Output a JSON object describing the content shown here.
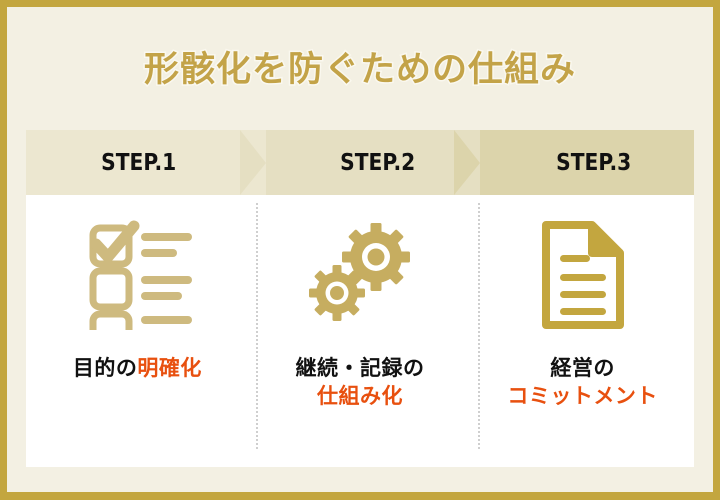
{
  "title": "形骸化を防ぐための仕組み",
  "colors": {
    "frame_border": "#c3a63f",
    "background": "#f3f0e3",
    "panel": "#ffffff",
    "title_text": "#c3a348",
    "title_outline": "#faf8ef",
    "chevron_1": "#ece7d0",
    "chevron_2": "#e5dfc2",
    "chevron_3": "#dcd4ab",
    "icon_gold": "#c9b470",
    "icon_gold_dark": "#c3a63f",
    "highlight_text": "#e8500f",
    "body_text": "#111111",
    "divider": "#cfcfcf"
  },
  "steps": [
    {
      "header": "STEP.1",
      "icon": "checklist-icon",
      "caption_line1_plain": "目的の",
      "caption_line1_highlight": "明確化",
      "caption_line2_plain": "",
      "caption_line2_highlight": ""
    },
    {
      "header": "STEP.2",
      "icon": "gears-icon",
      "caption_line1_plain": "継続・記録の",
      "caption_line1_highlight": "",
      "caption_line2_plain": "",
      "caption_line2_highlight": "仕組み化"
    },
    {
      "header": "STEP.3",
      "icon": "document-icon",
      "caption_line1_plain": "経営の",
      "caption_line1_highlight": "",
      "caption_line2_plain": "",
      "caption_line2_highlight": "コミットメント"
    }
  ]
}
